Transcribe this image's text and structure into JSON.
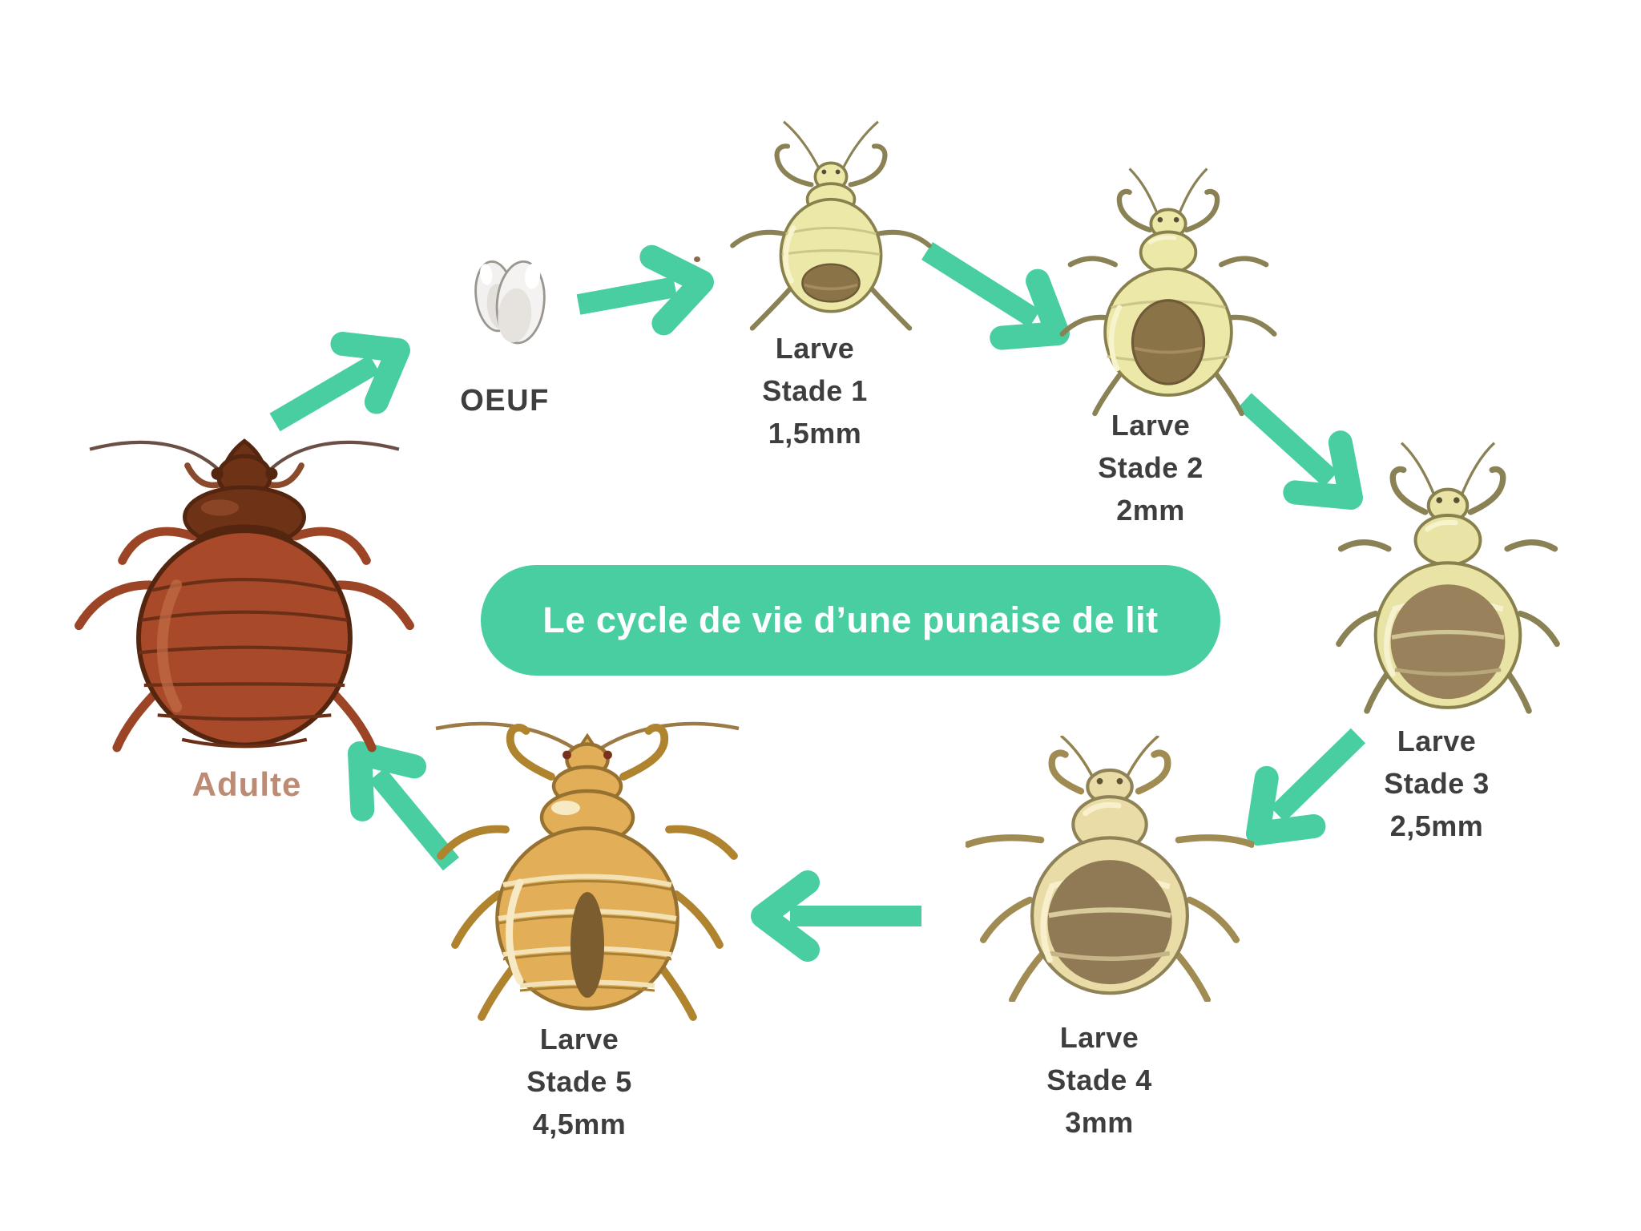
{
  "title": {
    "text": "Le cycle de vie d’une punaise de lit"
  },
  "stages": {
    "oeuf": {
      "label": "OEUF"
    },
    "larve1": {
      "name": "Larve",
      "stage": "Stade 1",
      "size": "1,5mm"
    },
    "larve2": {
      "name": "Larve",
      "stage": "Stade 2",
      "size": "2mm"
    },
    "larve3": {
      "name": "Larve",
      "stage": "Stade 3",
      "size": "2,5mm"
    },
    "larve4": {
      "name": "Larve",
      "stage": "Stade 4",
      "size": "3mm"
    },
    "larve5": {
      "name": "Larve",
      "stage": "Stade 5",
      "size": "4,5mm"
    },
    "adulte": {
      "label": "Adulte"
    }
  },
  "colors": {
    "accent_teal": "#48cea1",
    "title_text": "#ffffff",
    "label_text": "#3e3e3e",
    "adulte_label_color": "#bd8a73",
    "adult_bug_color": "#a8492a",
    "nymph_body_color": "#ece8a8",
    "nymph_spot_color": "#8b7348",
    "stage5_body_color": "#e2ae58",
    "egg_color": "#f3f1ef"
  }
}
